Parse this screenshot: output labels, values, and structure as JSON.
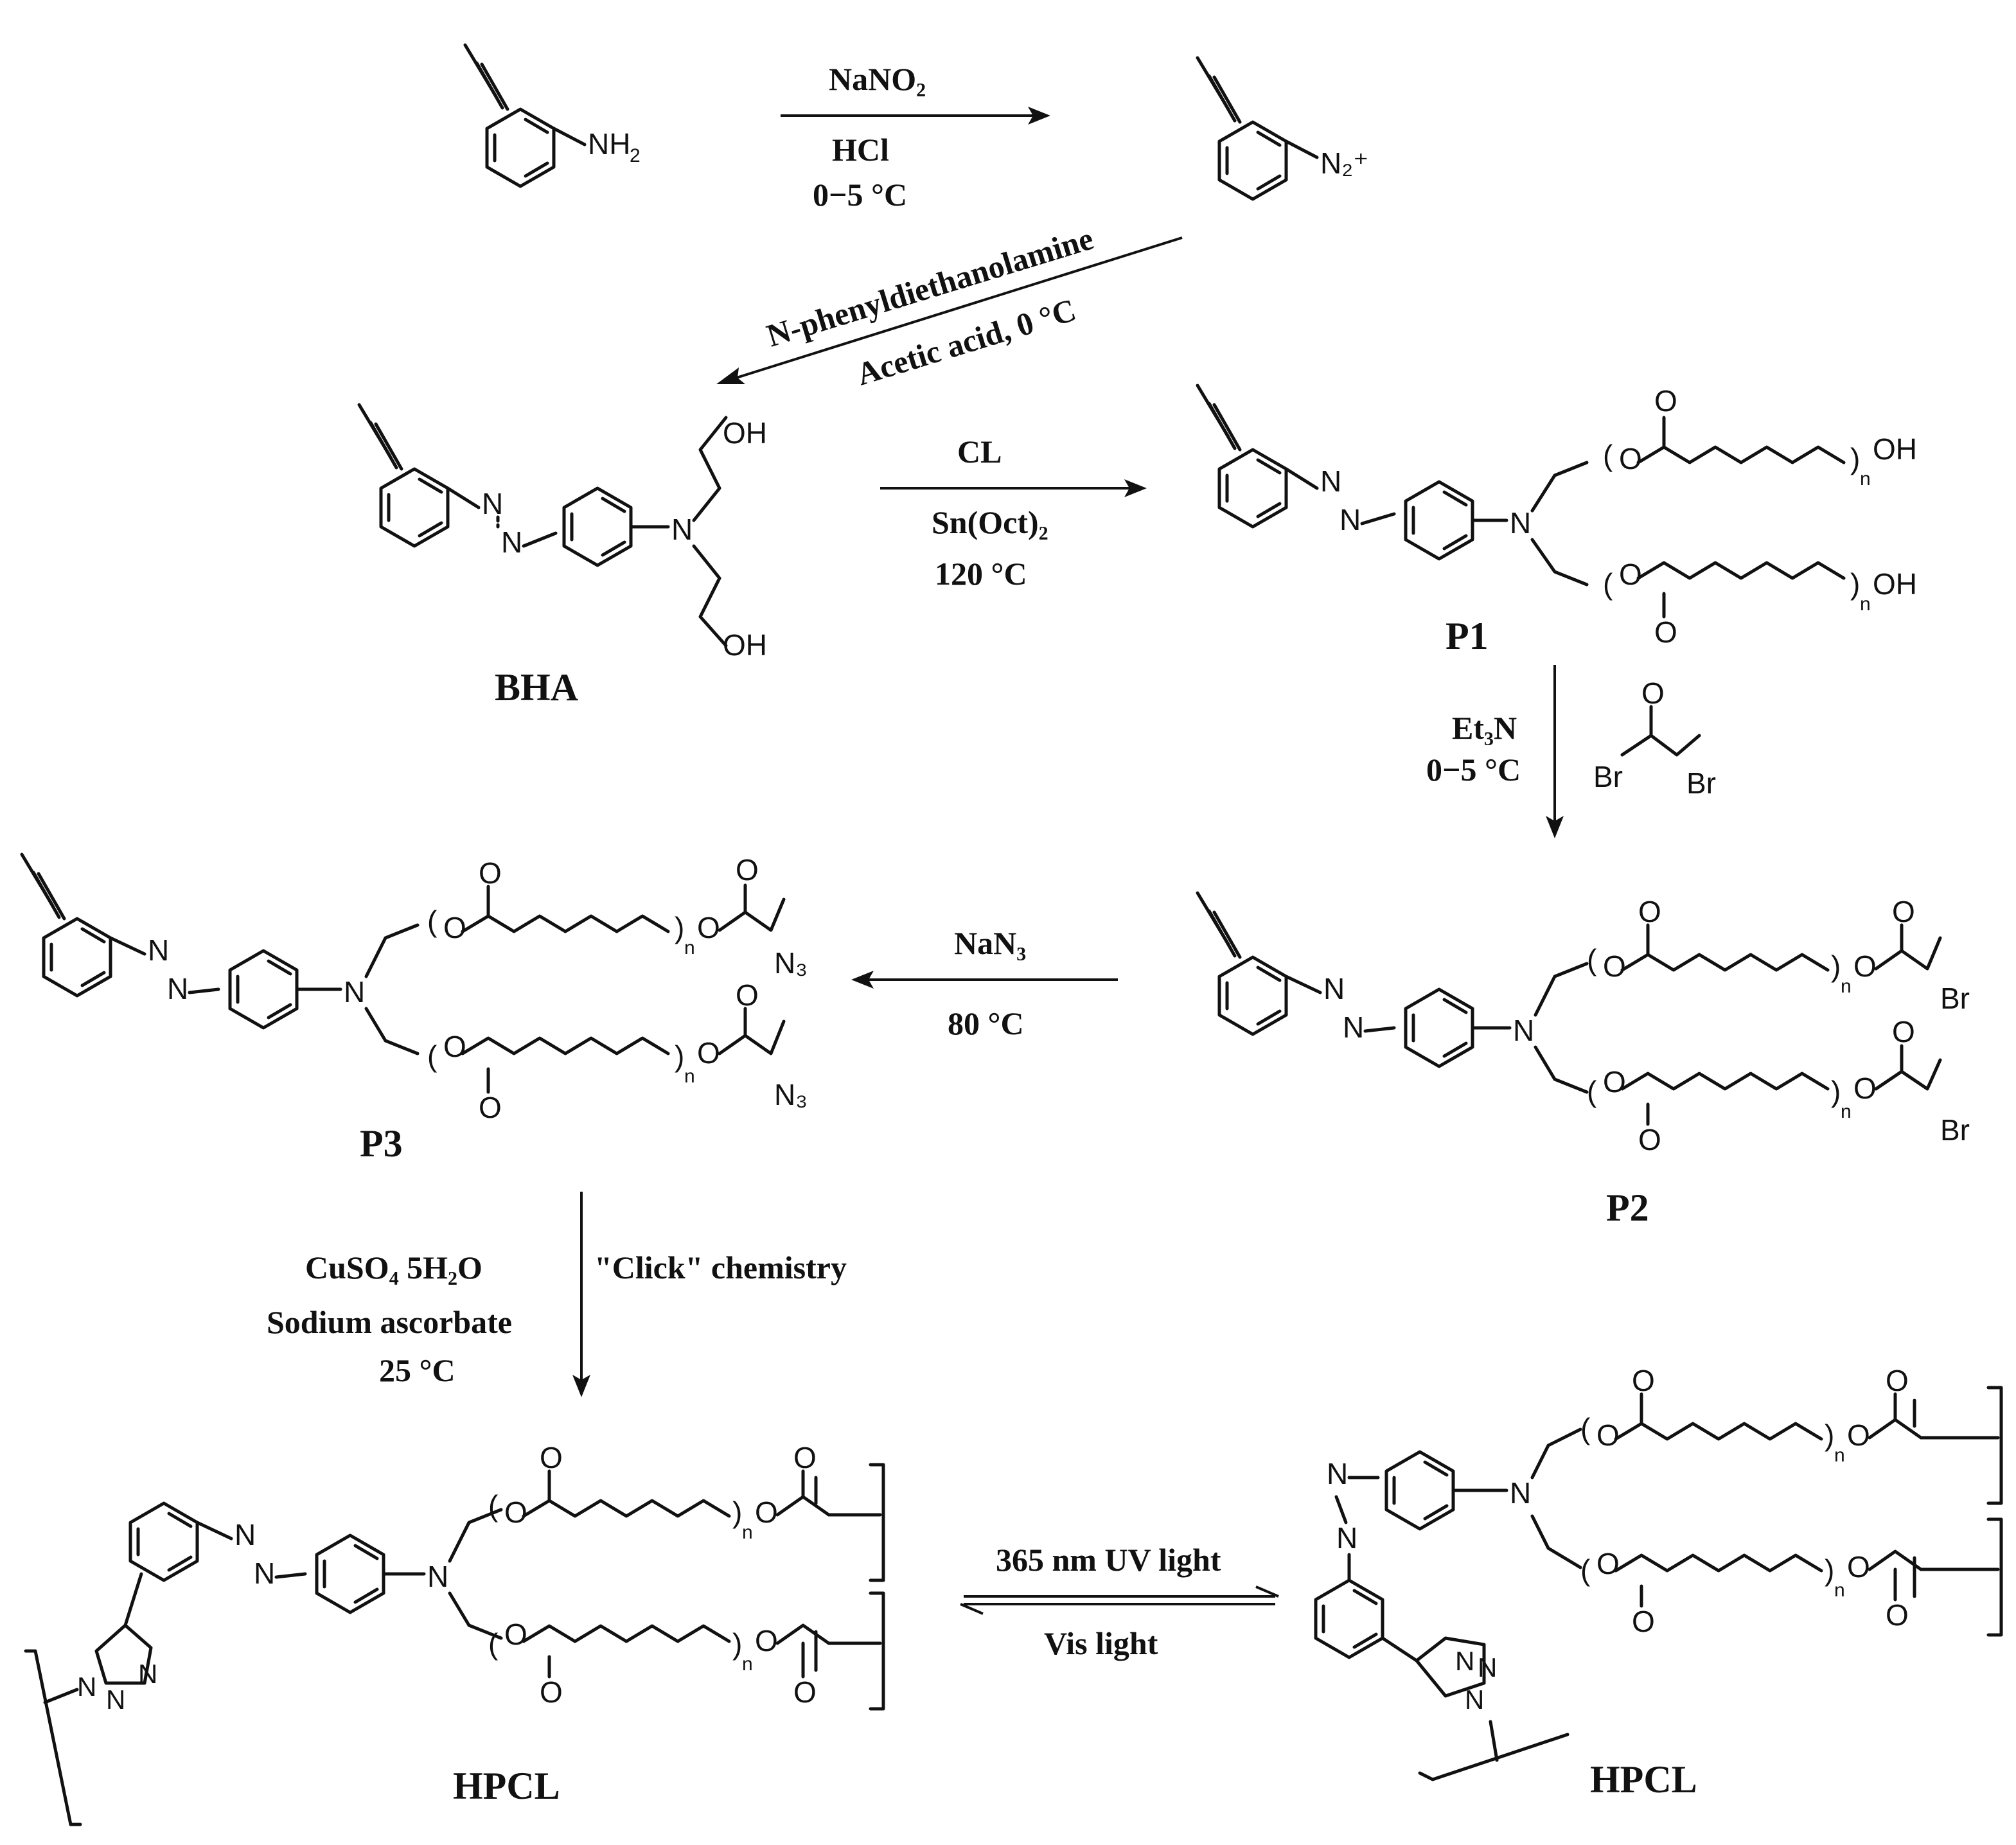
{
  "reaction_1": {
    "reagent": "NaNO₂",
    "acid": "HCl",
    "temp": "0−5 °C"
  },
  "reaction_2": {
    "reagent": "N-phenyldiethanolamine",
    "conditions": "Acetic acid, 0 °C"
  },
  "reaction_3": {
    "monomer": "CL",
    "catalyst": "Sn(Oct)₂",
    "temp": "120 °C"
  },
  "reaction_4": {
    "base": "Et₃N",
    "temp": "0−5 °C"
  },
  "reaction_5": {
    "reagent": "NaN₃",
    "temp": "80 °C"
  },
  "reaction_6": {
    "catalyst": "CuSO₄ 5H₂O",
    "reductant": "Sodium ascorbate",
    "temp": "25 °C",
    "method": "\"Click\" chemistry"
  },
  "isomerization": {
    "forward": "365 nm UV light",
    "reverse": "Vis light"
  },
  "compounds": {
    "bha": "BHA",
    "p1": "P1",
    "p2": "P2",
    "p3": "P3",
    "hpcl_trans": "HPCL",
    "hpcl_cis": "HPCL"
  },
  "atoms": {
    "nh2": "NH₂",
    "n2plus": "N₂⁺",
    "oh": "OH",
    "n": "N",
    "o": "O",
    "br": "Br",
    "n3": "N₃",
    "repeat": "n"
  }
}
